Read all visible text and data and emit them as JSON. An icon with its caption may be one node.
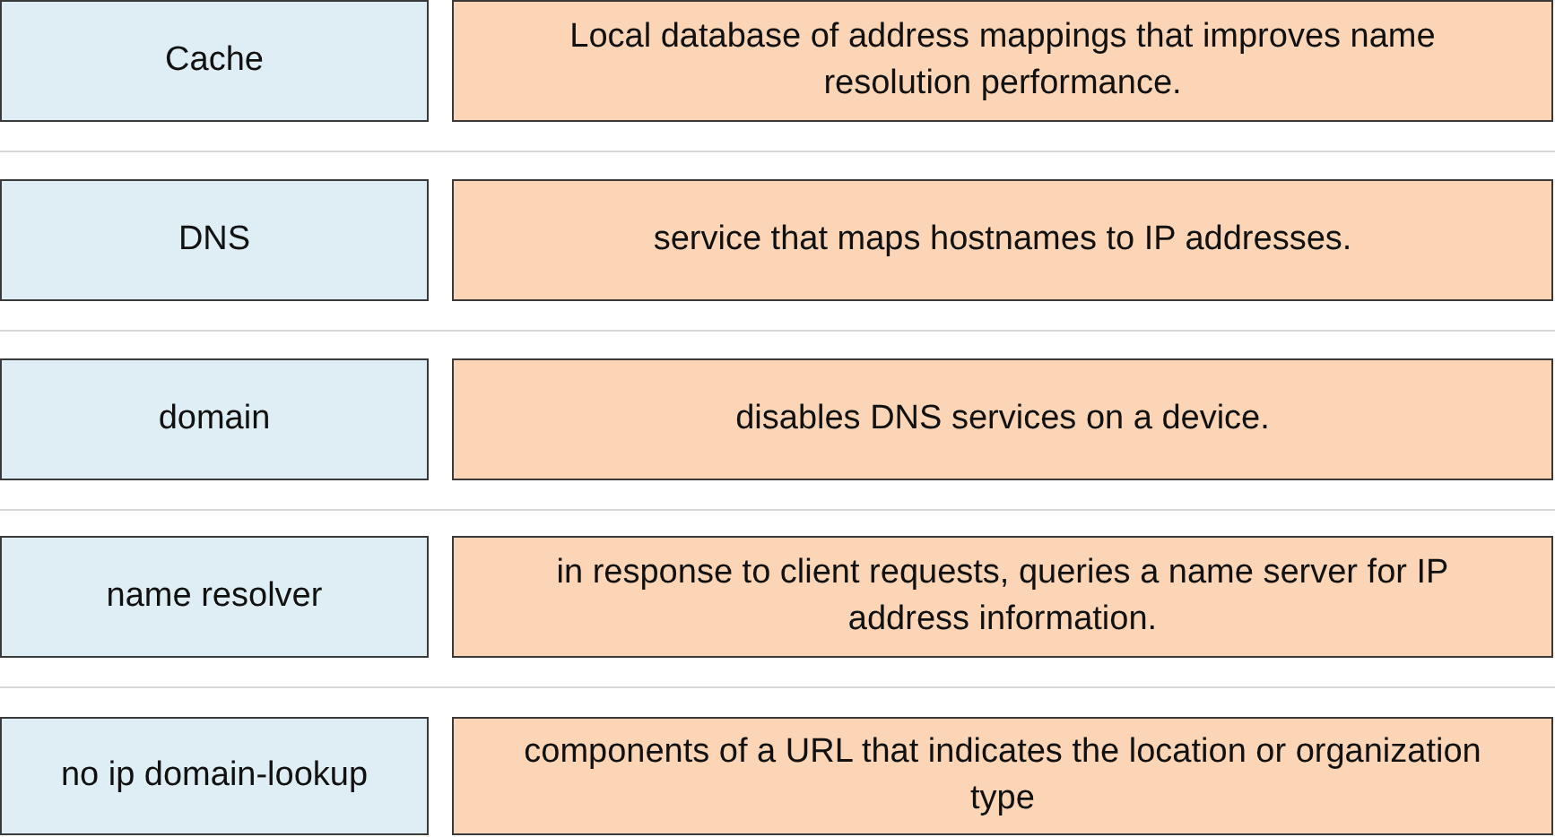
{
  "diagram": {
    "nodes": [
      {
        "text": [
          "Cache"
        ]
      },
      {
        "text": [
          "Local database of address mappings that improves name resolution performance."
        ]
      },
      {
        "text": [
          "DNS"
        ]
      },
      {
        "text": [
          "service that maps hostnames to IP addresses."
        ]
      },
      {
        "text": [
          "domain"
        ]
      },
      {
        "text": [
          "disables DNS services on a device."
        ]
      },
      {
        "text": [
          "name resolver"
        ]
      },
      {
        "text": [
          "in response to client requests, queries a name server for IP address information."
        ]
      },
      {
        "text": [
          "no ip domain-lookup"
        ]
      },
      {
        "text": [
          "components of a URL that indicates the location or organization type"
        ]
      }
    ]
  }
}
